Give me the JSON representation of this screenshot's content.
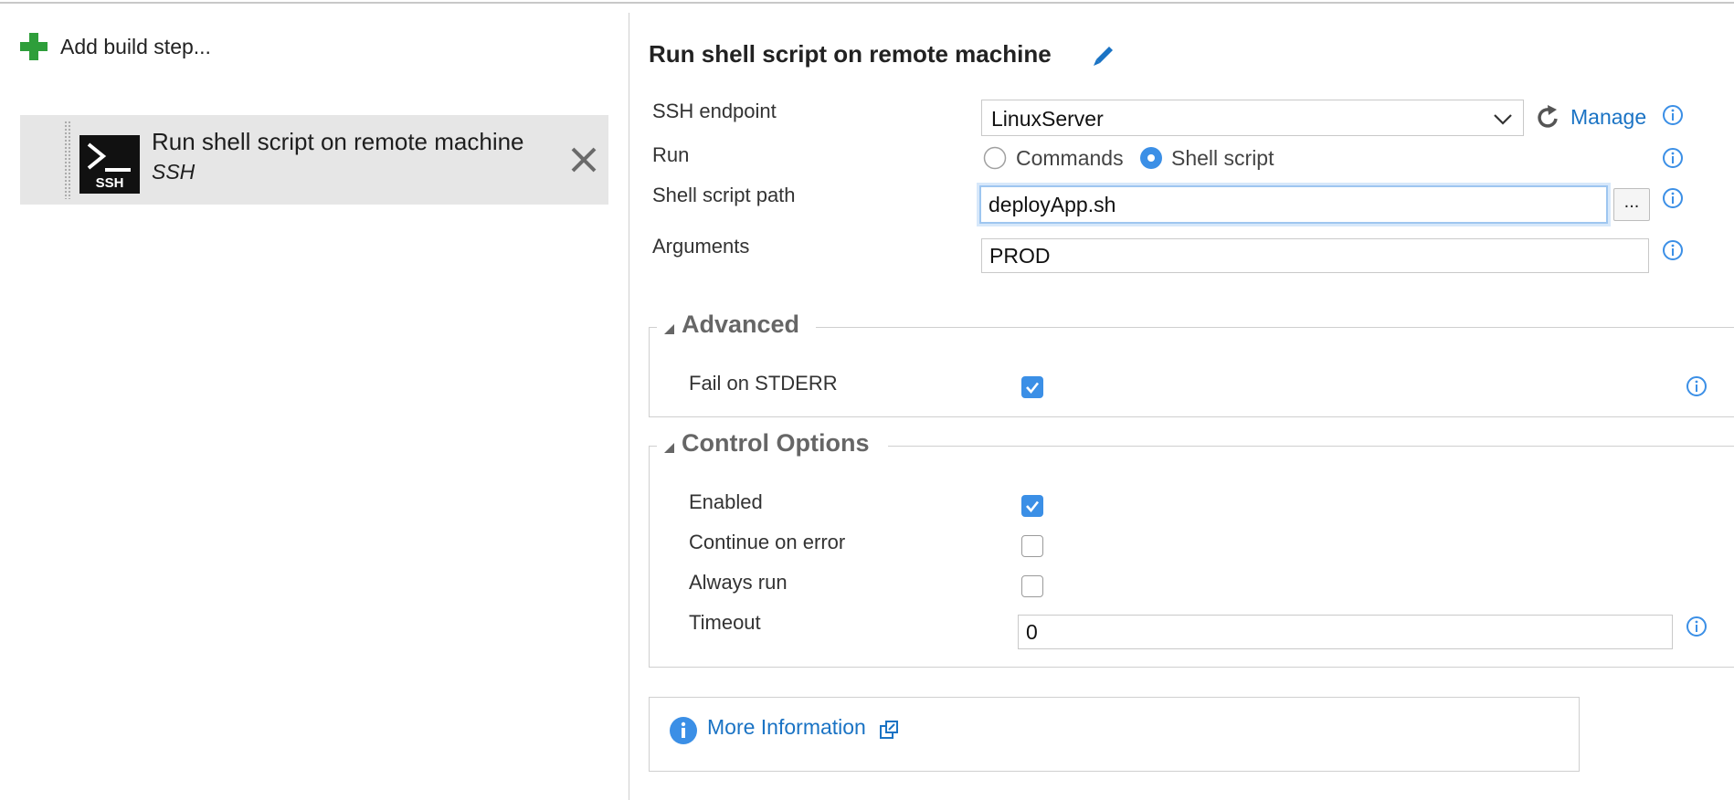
{
  "left_pane": {
    "add_step_label": "Add build step...",
    "task": {
      "title": "Run shell script on remote machine",
      "subtitle": "SSH",
      "tile_label": "SSH"
    }
  },
  "detail": {
    "heading": "Run shell script on remote machine",
    "fields": {
      "ssh_endpoint": {
        "label": "SSH endpoint",
        "value": "LinuxServer",
        "manage_label": "Manage"
      },
      "run": {
        "label": "Run",
        "options": [
          "Commands",
          "Shell script"
        ],
        "selected": "Shell script"
      },
      "script_path": {
        "label": "Shell script path",
        "value": "deployApp.sh",
        "browse_label": "..."
      },
      "arguments": {
        "label": "Arguments",
        "value": "PROD"
      }
    },
    "advanced": {
      "title": "Advanced",
      "fail_on_stderr": {
        "label": "Fail on STDERR",
        "checked": true
      }
    },
    "control_options": {
      "title": "Control Options",
      "enabled": {
        "label": "Enabled",
        "checked": true
      },
      "continue_on_error": {
        "label": "Continue on error",
        "checked": false
      },
      "always_run": {
        "label": "Always run",
        "checked": false
      },
      "timeout": {
        "label": "Timeout",
        "value": "0"
      }
    },
    "more_info_label": "More Information"
  },
  "colors": {
    "accent": "#3b8fe6",
    "link": "#1a73c4",
    "add_green": "#2e9e3a",
    "card_bg": "#e6e6e6"
  },
  "icons": [
    "plus-icon",
    "terminal-icon",
    "close-icon",
    "pencil-icon",
    "chevron-down-icon",
    "refresh-icon",
    "info-icon",
    "collapse-triangle-icon",
    "external-link-icon"
  ]
}
